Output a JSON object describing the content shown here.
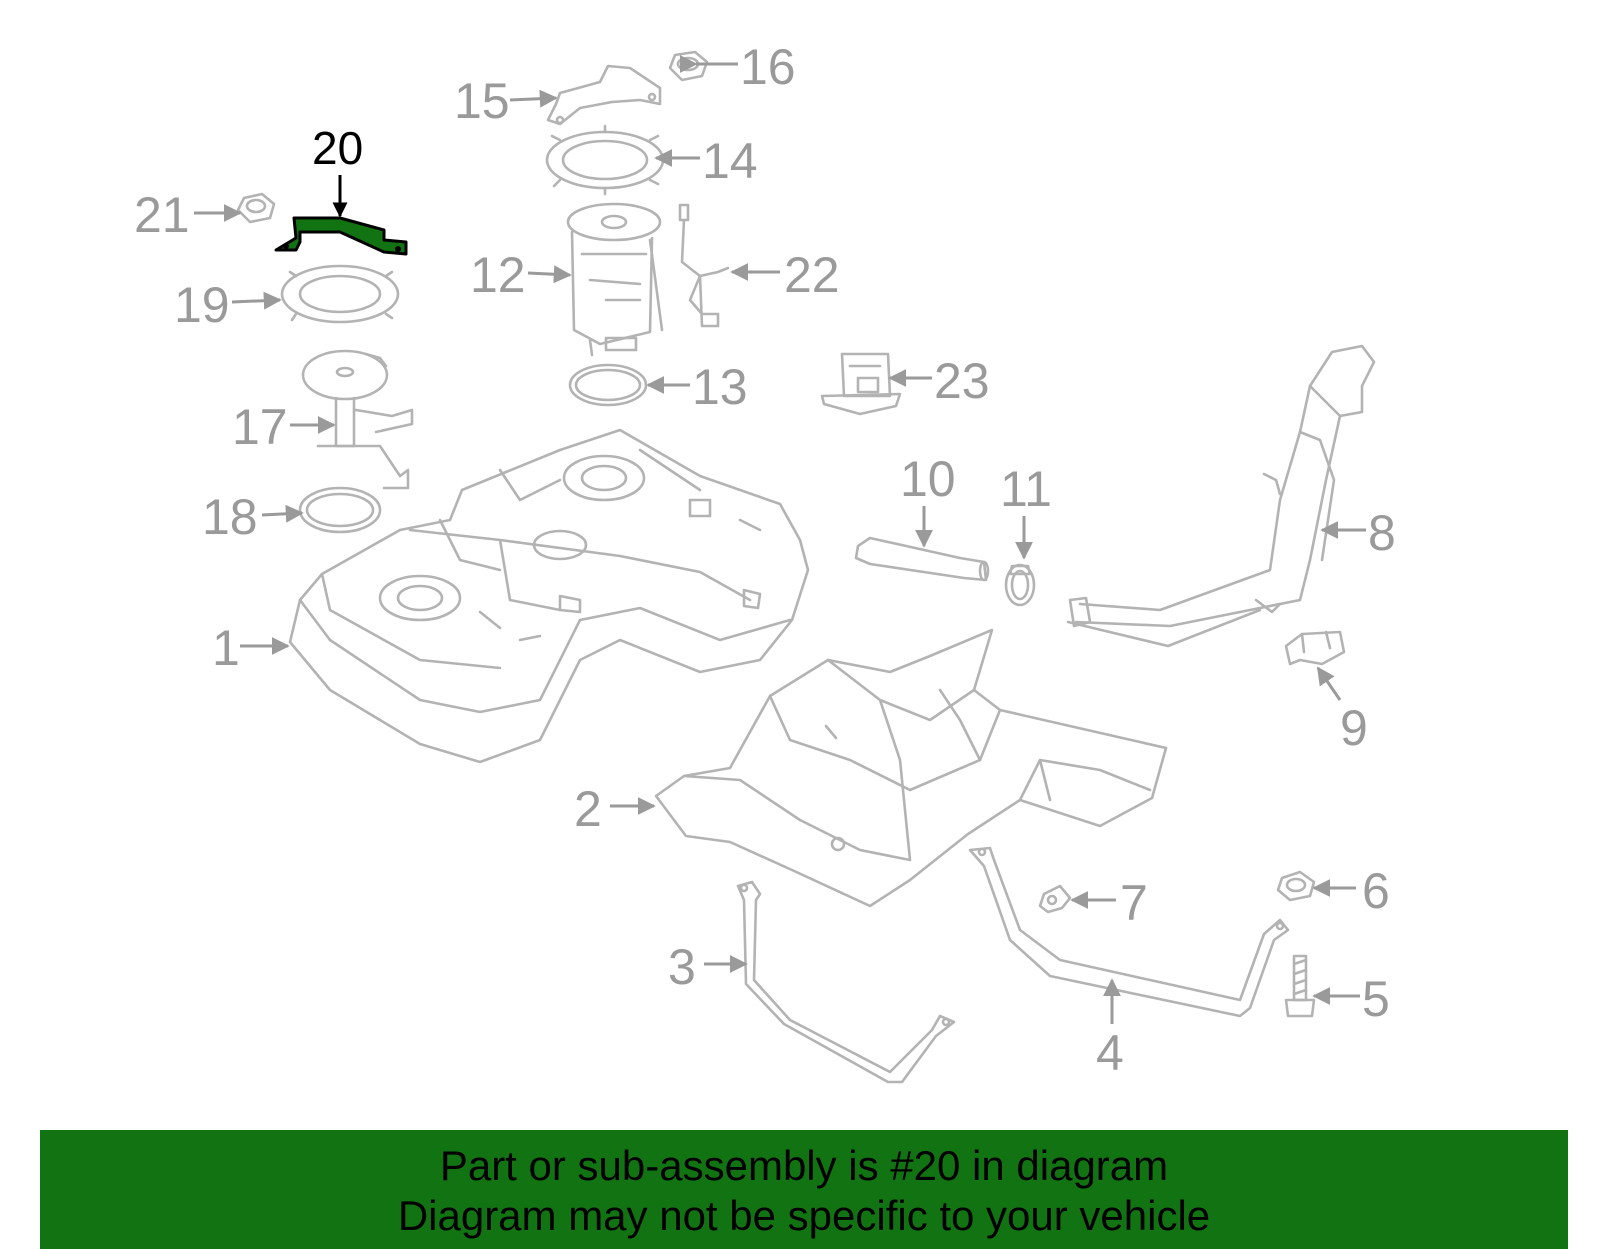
{
  "highlight_color": "#127312",
  "highlighted_part": "20",
  "callouts": [
    {
      "id": "1",
      "label": "1"
    },
    {
      "id": "2",
      "label": "2"
    },
    {
      "id": "3",
      "label": "3"
    },
    {
      "id": "4",
      "label": "4"
    },
    {
      "id": "5",
      "label": "5"
    },
    {
      "id": "6",
      "label": "6"
    },
    {
      "id": "7",
      "label": "7"
    },
    {
      "id": "8",
      "label": "8"
    },
    {
      "id": "9",
      "label": "9"
    },
    {
      "id": "10",
      "label": "10"
    },
    {
      "id": "11",
      "label": "11"
    },
    {
      "id": "12",
      "label": "12"
    },
    {
      "id": "13",
      "label": "13"
    },
    {
      "id": "14",
      "label": "14"
    },
    {
      "id": "15",
      "label": "15"
    },
    {
      "id": "16",
      "label": "16"
    },
    {
      "id": "17",
      "label": "17"
    },
    {
      "id": "18",
      "label": "18"
    },
    {
      "id": "19",
      "label": "19"
    },
    {
      "id": "20",
      "label": "20"
    },
    {
      "id": "21",
      "label": "21"
    },
    {
      "id": "22",
      "label": "22"
    },
    {
      "id": "23",
      "label": "23"
    }
  ],
  "footer": {
    "line1": "Part or sub-assembly is #20 in diagram",
    "line2": "Diagram may not be specific to your vehicle"
  }
}
